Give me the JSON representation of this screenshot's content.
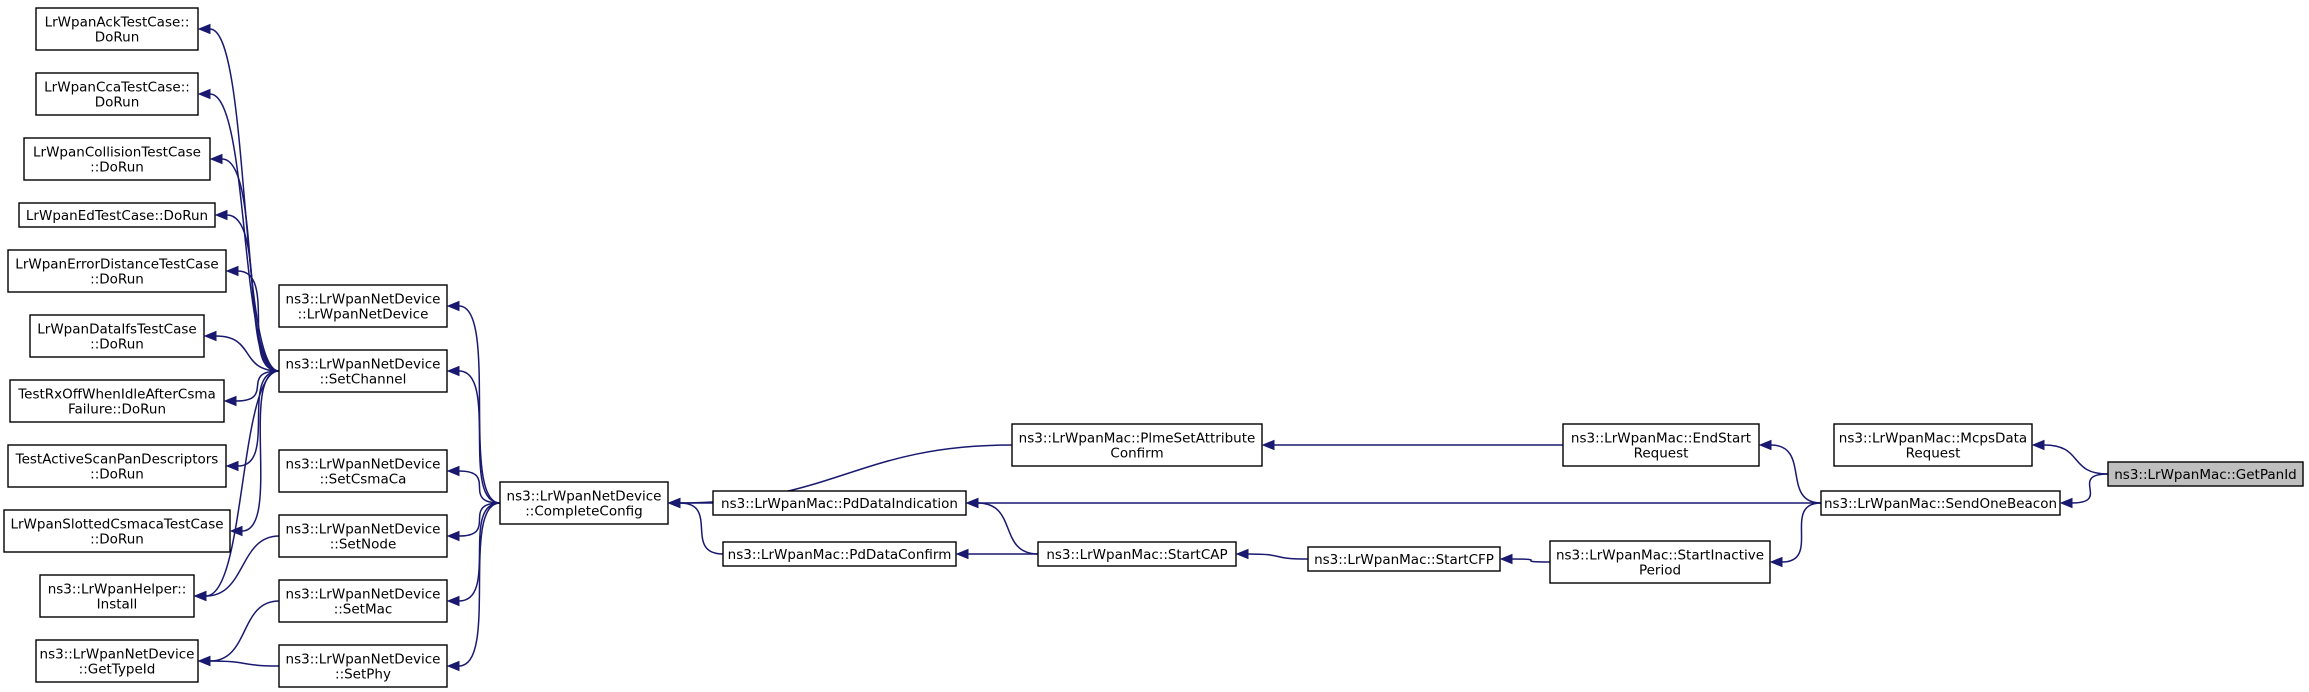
{
  "diagram": {
    "nodes": [
      {
        "id": "ack",
        "lines": [
          "LrWpanAckTestCase::",
          "DoRun"
        ]
      },
      {
        "id": "cca",
        "lines": [
          "LrWpanCcaTestCase::",
          "DoRun"
        ]
      },
      {
        "id": "collision",
        "lines": [
          "LrWpanCollisionTestCase",
          "::DoRun"
        ]
      },
      {
        "id": "ed",
        "lines": [
          "LrWpanEdTestCase::DoRun"
        ]
      },
      {
        "id": "errdist",
        "lines": [
          "LrWpanErrorDistanceTestCase",
          "::DoRun"
        ]
      },
      {
        "id": "ifs",
        "lines": [
          "LrWpanDataIfsTestCase",
          "::DoRun"
        ]
      },
      {
        "id": "rxoff",
        "lines": [
          "TestRxOffWhenIdleAfterCsma",
          "Failure::DoRun"
        ]
      },
      {
        "id": "activescan",
        "lines": [
          "TestActiveScanPanDescriptors",
          "::DoRun"
        ]
      },
      {
        "id": "slotted",
        "lines": [
          "LrWpanSlottedCsmacaTestCase",
          "::DoRun"
        ]
      },
      {
        "id": "install",
        "lines": [
          "ns3::LrWpanHelper::",
          "Install"
        ]
      },
      {
        "id": "gettypeid",
        "lines": [
          "ns3::LrWpanNetDevice",
          "::GetTypeId"
        ]
      },
      {
        "id": "ctor",
        "lines": [
          "ns3::LrWpanNetDevice",
          "::LrWpanNetDevice"
        ]
      },
      {
        "id": "setchannel",
        "lines": [
          "ns3::LrWpanNetDevice",
          "::SetChannel"
        ]
      },
      {
        "id": "setcsmaca",
        "lines": [
          "ns3::LrWpanNetDevice",
          "::SetCsmaCa"
        ]
      },
      {
        "id": "setnode",
        "lines": [
          "ns3::LrWpanNetDevice",
          "::SetNode"
        ]
      },
      {
        "id": "setmac",
        "lines": [
          "ns3::LrWpanNetDevice",
          "::SetMac"
        ]
      },
      {
        "id": "setphy",
        "lines": [
          "ns3::LrWpanNetDevice",
          "::SetPhy"
        ]
      },
      {
        "id": "completeconfig",
        "lines": [
          "ns3::LrWpanNetDevice",
          "::CompleteConfig"
        ]
      },
      {
        "id": "pdataind",
        "lines": [
          "ns3::LrWpanMac::PdDataIndication"
        ]
      },
      {
        "id": "pdataconf",
        "lines": [
          "ns3::LrWpanMac::PdDataConfirm"
        ]
      },
      {
        "id": "plme",
        "lines": [
          "ns3::LrWpanMac::PlmeSetAttribute",
          "Confirm"
        ]
      },
      {
        "id": "startcap",
        "lines": [
          "ns3::LrWpanMac::StartCAP"
        ]
      },
      {
        "id": "startcfp",
        "lines": [
          "ns3::LrWpanMac::StartCFP"
        ]
      },
      {
        "id": "endstart",
        "lines": [
          "ns3::LrWpanMac::EndStart",
          "Request"
        ]
      },
      {
        "id": "inactive",
        "lines": [
          "ns3::LrWpanMac::StartInactive",
          "Period"
        ]
      },
      {
        "id": "mcps",
        "lines": [
          "ns3::LrWpanMac::McpsData",
          "Request"
        ]
      },
      {
        "id": "sendbeacon",
        "lines": [
          "ns3::LrWpanMac::SendOneBeacon"
        ]
      },
      {
        "id": "getpanid",
        "lines": [
          "ns3::LrWpanMac::GetPanId"
        ],
        "highlight": true
      }
    ],
    "edges": [
      {
        "from": "ack",
        "to": "setchannel"
      },
      {
        "from": "cca",
        "to": "setchannel"
      },
      {
        "from": "collision",
        "to": "setchannel"
      },
      {
        "from": "ed",
        "to": "setchannel"
      },
      {
        "from": "errdist",
        "to": "setchannel"
      },
      {
        "from": "ifs",
        "to": "setchannel"
      },
      {
        "from": "rxoff",
        "to": "setchannel"
      },
      {
        "from": "activescan",
        "to": "setchannel"
      },
      {
        "from": "slotted",
        "to": "setchannel"
      },
      {
        "from": "install",
        "to": "setchannel"
      },
      {
        "from": "install",
        "to": "setnode"
      },
      {
        "from": "gettypeid",
        "to": "setmac"
      },
      {
        "from": "gettypeid",
        "to": "setphy"
      },
      {
        "from": "ctor",
        "to": "completeconfig"
      },
      {
        "from": "setchannel",
        "to": "completeconfig"
      },
      {
        "from": "setcsmaca",
        "to": "completeconfig"
      },
      {
        "from": "setnode",
        "to": "completeconfig"
      },
      {
        "from": "setmac",
        "to": "completeconfig"
      },
      {
        "from": "setphy",
        "to": "completeconfig"
      },
      {
        "from": "completeconfig",
        "to": "plme"
      },
      {
        "from": "pdataind",
        "to": "completeconfig"
      },
      {
        "from": "pdataconf",
        "to": "completeconfig"
      },
      {
        "from": "pdataind",
        "to": "sendbeacon"
      },
      {
        "from": "plme",
        "to": "endstart"
      },
      {
        "from": "startcap",
        "to": "pdataind"
      },
      {
        "from": "startcap",
        "to": "pdataconf"
      },
      {
        "from": "startcfp",
        "to": "startcap"
      },
      {
        "from": "inactive",
        "to": "startcfp"
      },
      {
        "from": "endstart",
        "to": "sendbeacon"
      },
      {
        "from": "inactive",
        "to": "sendbeacon"
      },
      {
        "from": "mcps",
        "to": "getpanid"
      },
      {
        "from": "sendbeacon",
        "to": "getpanid"
      }
    ]
  }
}
